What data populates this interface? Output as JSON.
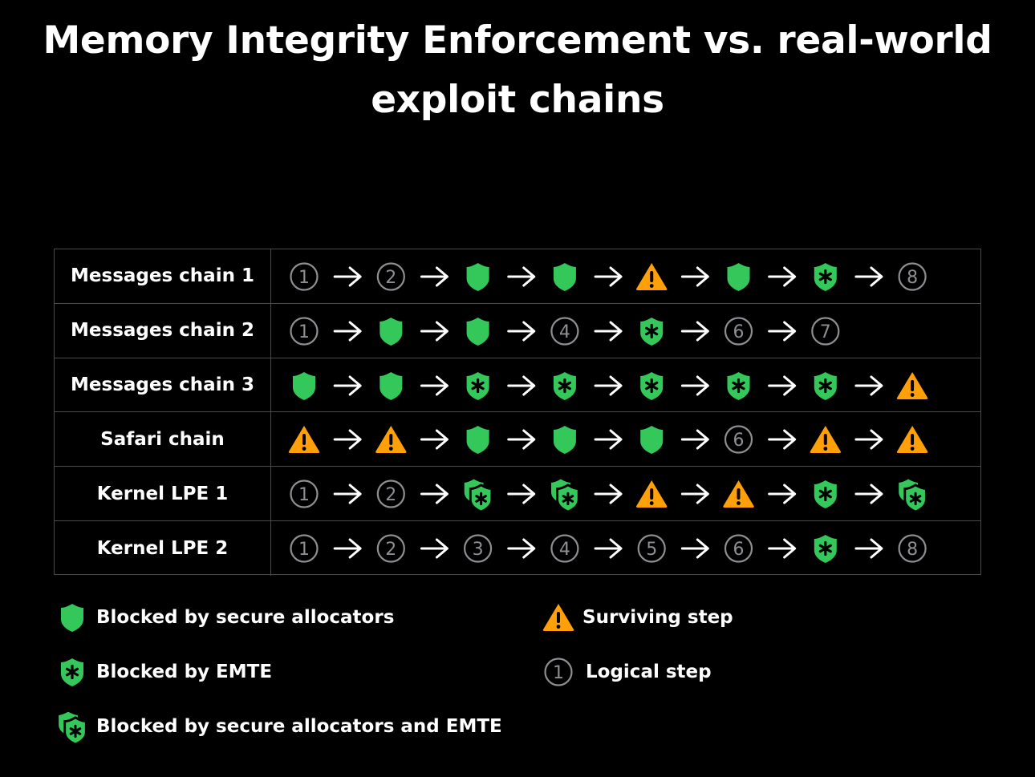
{
  "title": {
    "line1": "Memory Integrity Enforcement vs. real-world",
    "line2": "exploit chains"
  },
  "colors": {
    "background": "#000000",
    "green": "#34c759",
    "orange": "#ff9f0a",
    "logical_step": "#8e8e93",
    "grid_line": "#4a4a4a"
  },
  "icon_kinds": {
    "A": "shield-icon",
    "E": "emte-shield-icon",
    "AE": "double-shield-icon",
    "W": "warning-icon",
    "N": "numbered-circle-icon"
  },
  "chains": [
    {
      "label": "Messages chain 1",
      "steps": [
        "1",
        "2",
        "A",
        "A",
        "W",
        "A",
        "E",
        "8"
      ]
    },
    {
      "label": "Messages chain 2",
      "steps": [
        "1",
        "A",
        "A",
        "4",
        "E",
        "6",
        "7"
      ]
    },
    {
      "label": "Messages chain 3",
      "steps": [
        "A",
        "A",
        "E",
        "E",
        "E",
        "E",
        "E",
        "W"
      ]
    },
    {
      "label": "Safari chain",
      "steps": [
        "W",
        "W",
        "A",
        "A",
        "A",
        "6",
        "W",
        "W"
      ]
    },
    {
      "label": "Kernel LPE 1",
      "steps": [
        "1",
        "2",
        "AE",
        "AE",
        "W",
        "W",
        "E",
        "AE"
      ]
    },
    {
      "label": "Kernel LPE 2",
      "steps": [
        "1",
        "2",
        "3",
        "4",
        "5",
        "6",
        "E",
        "8"
      ]
    }
  ],
  "legend": {
    "allocators": {
      "label": "Blocked by secure allocators",
      "icon": "A"
    },
    "emte": {
      "label": "Blocked by EMTE",
      "icon": "E"
    },
    "both": {
      "label": "Blocked by secure allocators and EMTE",
      "icon": "AE"
    },
    "surviving": {
      "label": "Surviving step",
      "icon": "W"
    },
    "logical": {
      "label": "Logical step",
      "icon": "1"
    }
  }
}
